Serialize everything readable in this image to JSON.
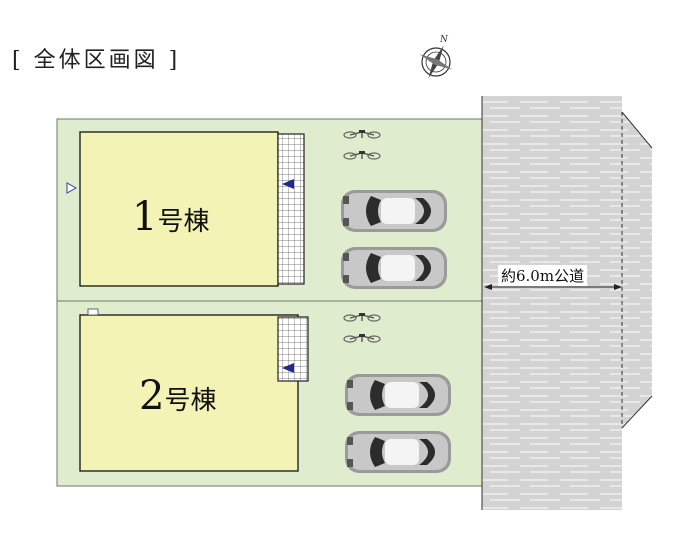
{
  "title": "[ 全体区画図 ]",
  "buildings": [
    {
      "number": "1",
      "suffix": "号棟"
    },
    {
      "number": "2",
      "suffix": "号棟"
    }
  ],
  "road": {
    "label": "約6.0m公道"
  },
  "compass": {
    "letter": "N"
  },
  "colors": {
    "lot": "#dfeccd",
    "building": "#f4f3b6",
    "road": "#d2d2d2",
    "arrow": "#1f2a8a"
  },
  "icons": [
    "compass-icon",
    "car-icon",
    "bicycle-icon",
    "entrance-arrow-icon"
  ]
}
